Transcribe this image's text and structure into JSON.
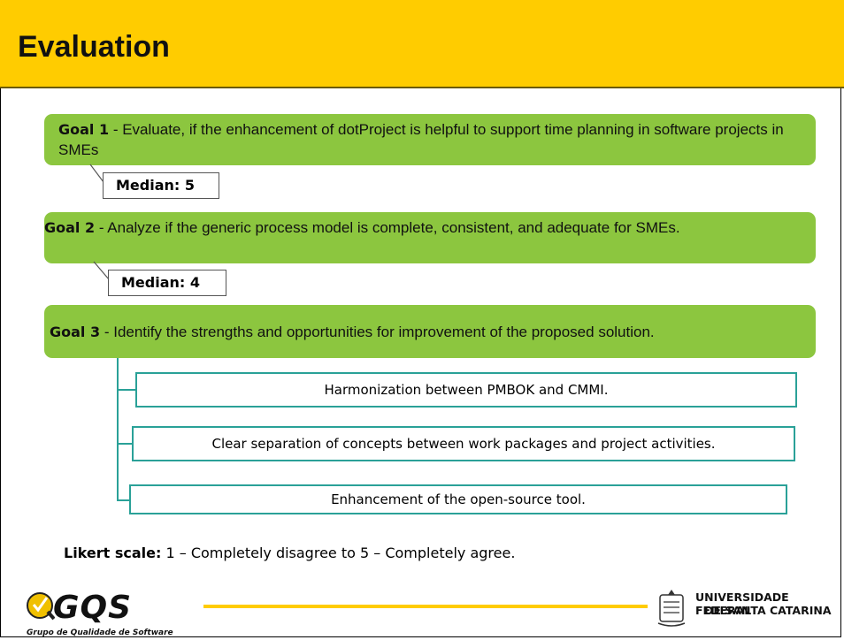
{
  "slide": {
    "title": "Evaluation"
  },
  "goals": [
    {
      "label": "Goal 1",
      "sep": " - ",
      "text": "Evaluate, if the enhancement of dotProject is helpful to support time planning in software projects in SMEs",
      "callout": "Median: 5"
    },
    {
      "label": "Goal 2",
      "sep": " - ",
      "text": "Analyze if the generic process model is complete, consistent, and adequate for SMEs.",
      "callout": "Median: 4"
    },
    {
      "label": "Goal 3",
      "sep": " - ",
      "text": "Identify the strengths and opportunities for improvement of  the proposed solution."
    }
  ],
  "strengths": [
    "Harmonization between PMBOK and CMMI.",
    "Clear separation of concepts between work packages and project activities.",
    "Enhancement of the open-source tool."
  ],
  "likert": {
    "label": "Likert scale:",
    "text": " 1 – Completely disagree to  5 – Completely agree."
  },
  "footer": {
    "gqs_logo": "GQS",
    "gqs_subtitle": "Grupo de Qualidade de Software",
    "ufsc_line1": "UNIVERSIDADE FEDERAL",
    "ufsc_line2": "DE SANTA CATARINA",
    "accent_color": "#ffcc00",
    "goal_color": "#8cc63f",
    "tree_color": "#2aa198"
  }
}
